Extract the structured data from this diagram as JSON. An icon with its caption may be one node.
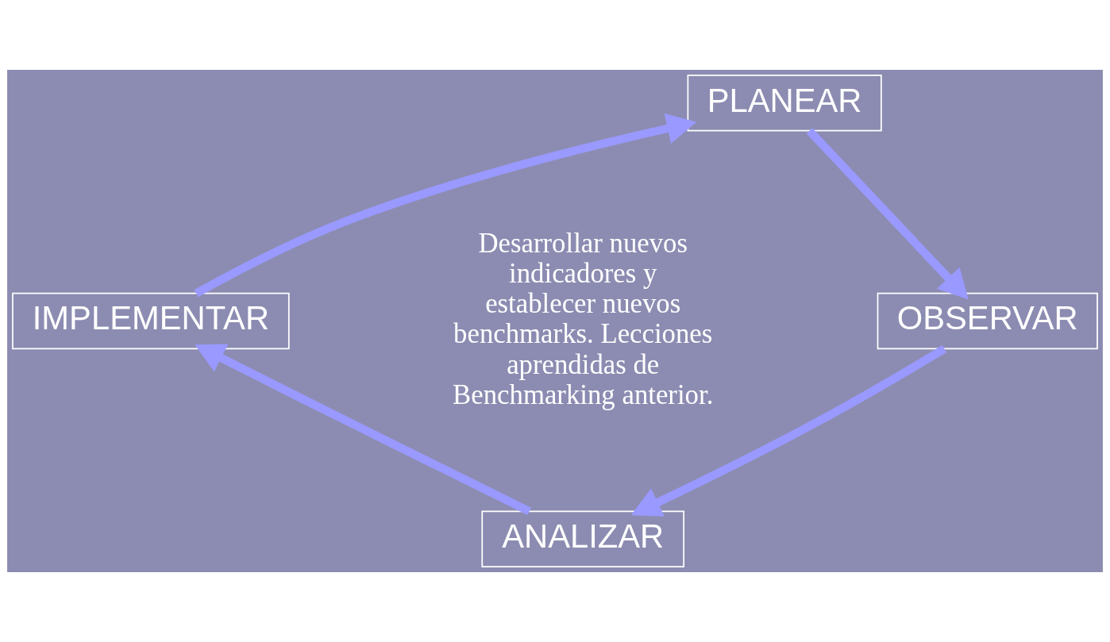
{
  "diagram": {
    "nodes": [
      {
        "text": [
          "PLANEAR"
        ]
      },
      {
        "text": [
          "OBSERVAR"
        ]
      },
      {
        "text": [
          "ANALIZAR"
        ]
      },
      {
        "text": [
          "IMPLEMENTAR"
        ]
      }
    ],
    "edges": [
      {
        "from": 0,
        "to": 1,
        "arrow": "to"
      },
      {
        "from": 1,
        "to": 2,
        "arrow": "to"
      },
      {
        "from": 2,
        "to": 3,
        "arrow": "to"
      },
      {
        "from": 3,
        "to": 0,
        "arrow": "to"
      }
    ],
    "labels": [
      "Desarrollar nuevos indicadores y establecer nuevos benchmarks. Lecciones aprendidas de Benchmarking anterior."
    ]
  }
}
